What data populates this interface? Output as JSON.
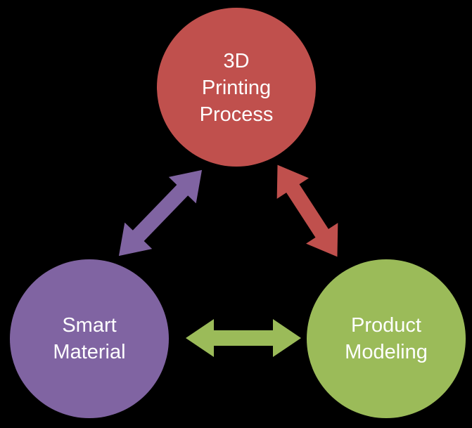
{
  "diagram": {
    "type": "cycle",
    "background": "#000000",
    "text_color": "#FFFFFF",
    "nodes": [
      {
        "id": "3d-printing-process",
        "label": "3D\nPrinting\nProcess",
        "color": "#C0504D"
      },
      {
        "id": "smart-material",
        "label": "Smart\nMaterial",
        "color": "#8064A2"
      },
      {
        "id": "product-modeling",
        "label": "Product\nModeling",
        "color": "#9BBB59"
      }
    ],
    "connectors": [
      {
        "id": "arrow-top-left",
        "color": "#8064A2",
        "style": "double-headed",
        "between": [
          "3D Printing Process",
          "Smart Material"
        ]
      },
      {
        "id": "arrow-top-right",
        "color": "#C0504D",
        "style": "double-headed",
        "between": [
          "3D Printing Process",
          "Product Modeling"
        ]
      },
      {
        "id": "arrow-bottom",
        "color": "#9BBB59",
        "style": "double-headed",
        "between": [
          "Smart Material",
          "Product Modeling"
        ]
      }
    ]
  }
}
